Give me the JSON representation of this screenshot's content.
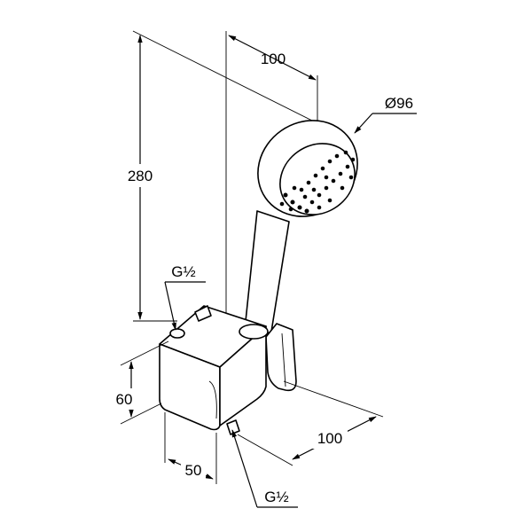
{
  "drawing": {
    "dimensions": {
      "top_width": "100",
      "head_diameter": "Ø96",
      "total_height": "280",
      "thread_upper": "G½",
      "bracket_height": "60",
      "bracket_depth": "50",
      "bracket_width": "100",
      "thread_lower": "G½"
    }
  }
}
